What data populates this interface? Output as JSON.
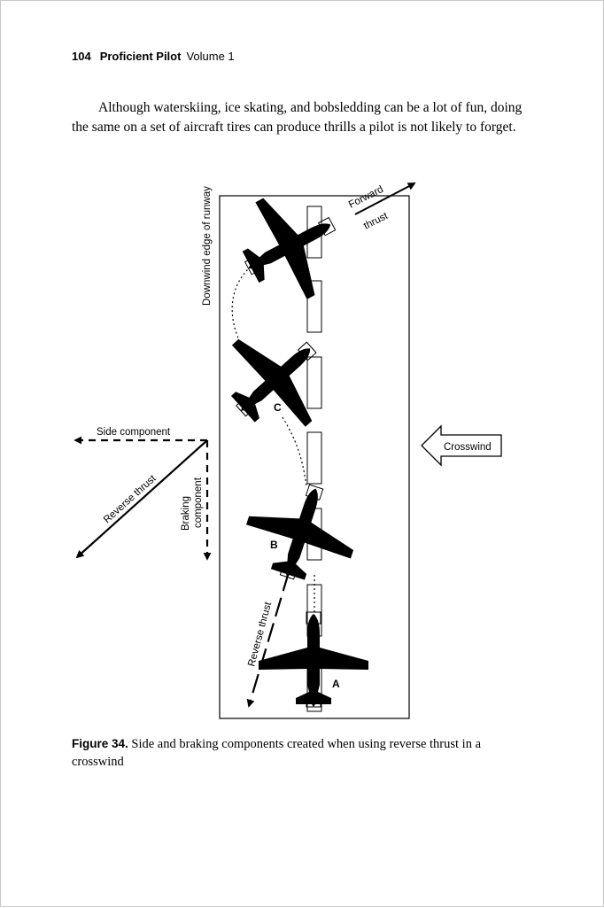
{
  "header": {
    "page_number": "104",
    "book_title": "Proficient Pilot",
    "volume": "Volume 1"
  },
  "body_text": "Although waterskiing, ice skating, and bobsledding can be a lot of fun, doing the same on a set of aircraft tires can produce thrills a pilot is not likely to forget.",
  "figure": {
    "labels": {
      "runway_edge": "Downwind edge of runway",
      "forward": "Forward",
      "thrust": "thrust",
      "crosswind": "Crosswind",
      "side_component": "Side component",
      "reverse_thrust_left": "Reverse thrust",
      "braking": "Braking",
      "component": "component",
      "reverse_thrust_runway": "Reverse thrust",
      "plane_a": "A",
      "plane_b": "B",
      "plane_c": "C"
    },
    "caption_label": "Figure 34.",
    "caption_text": " Side and braking components created when using reverse thrust in a crosswind"
  }
}
